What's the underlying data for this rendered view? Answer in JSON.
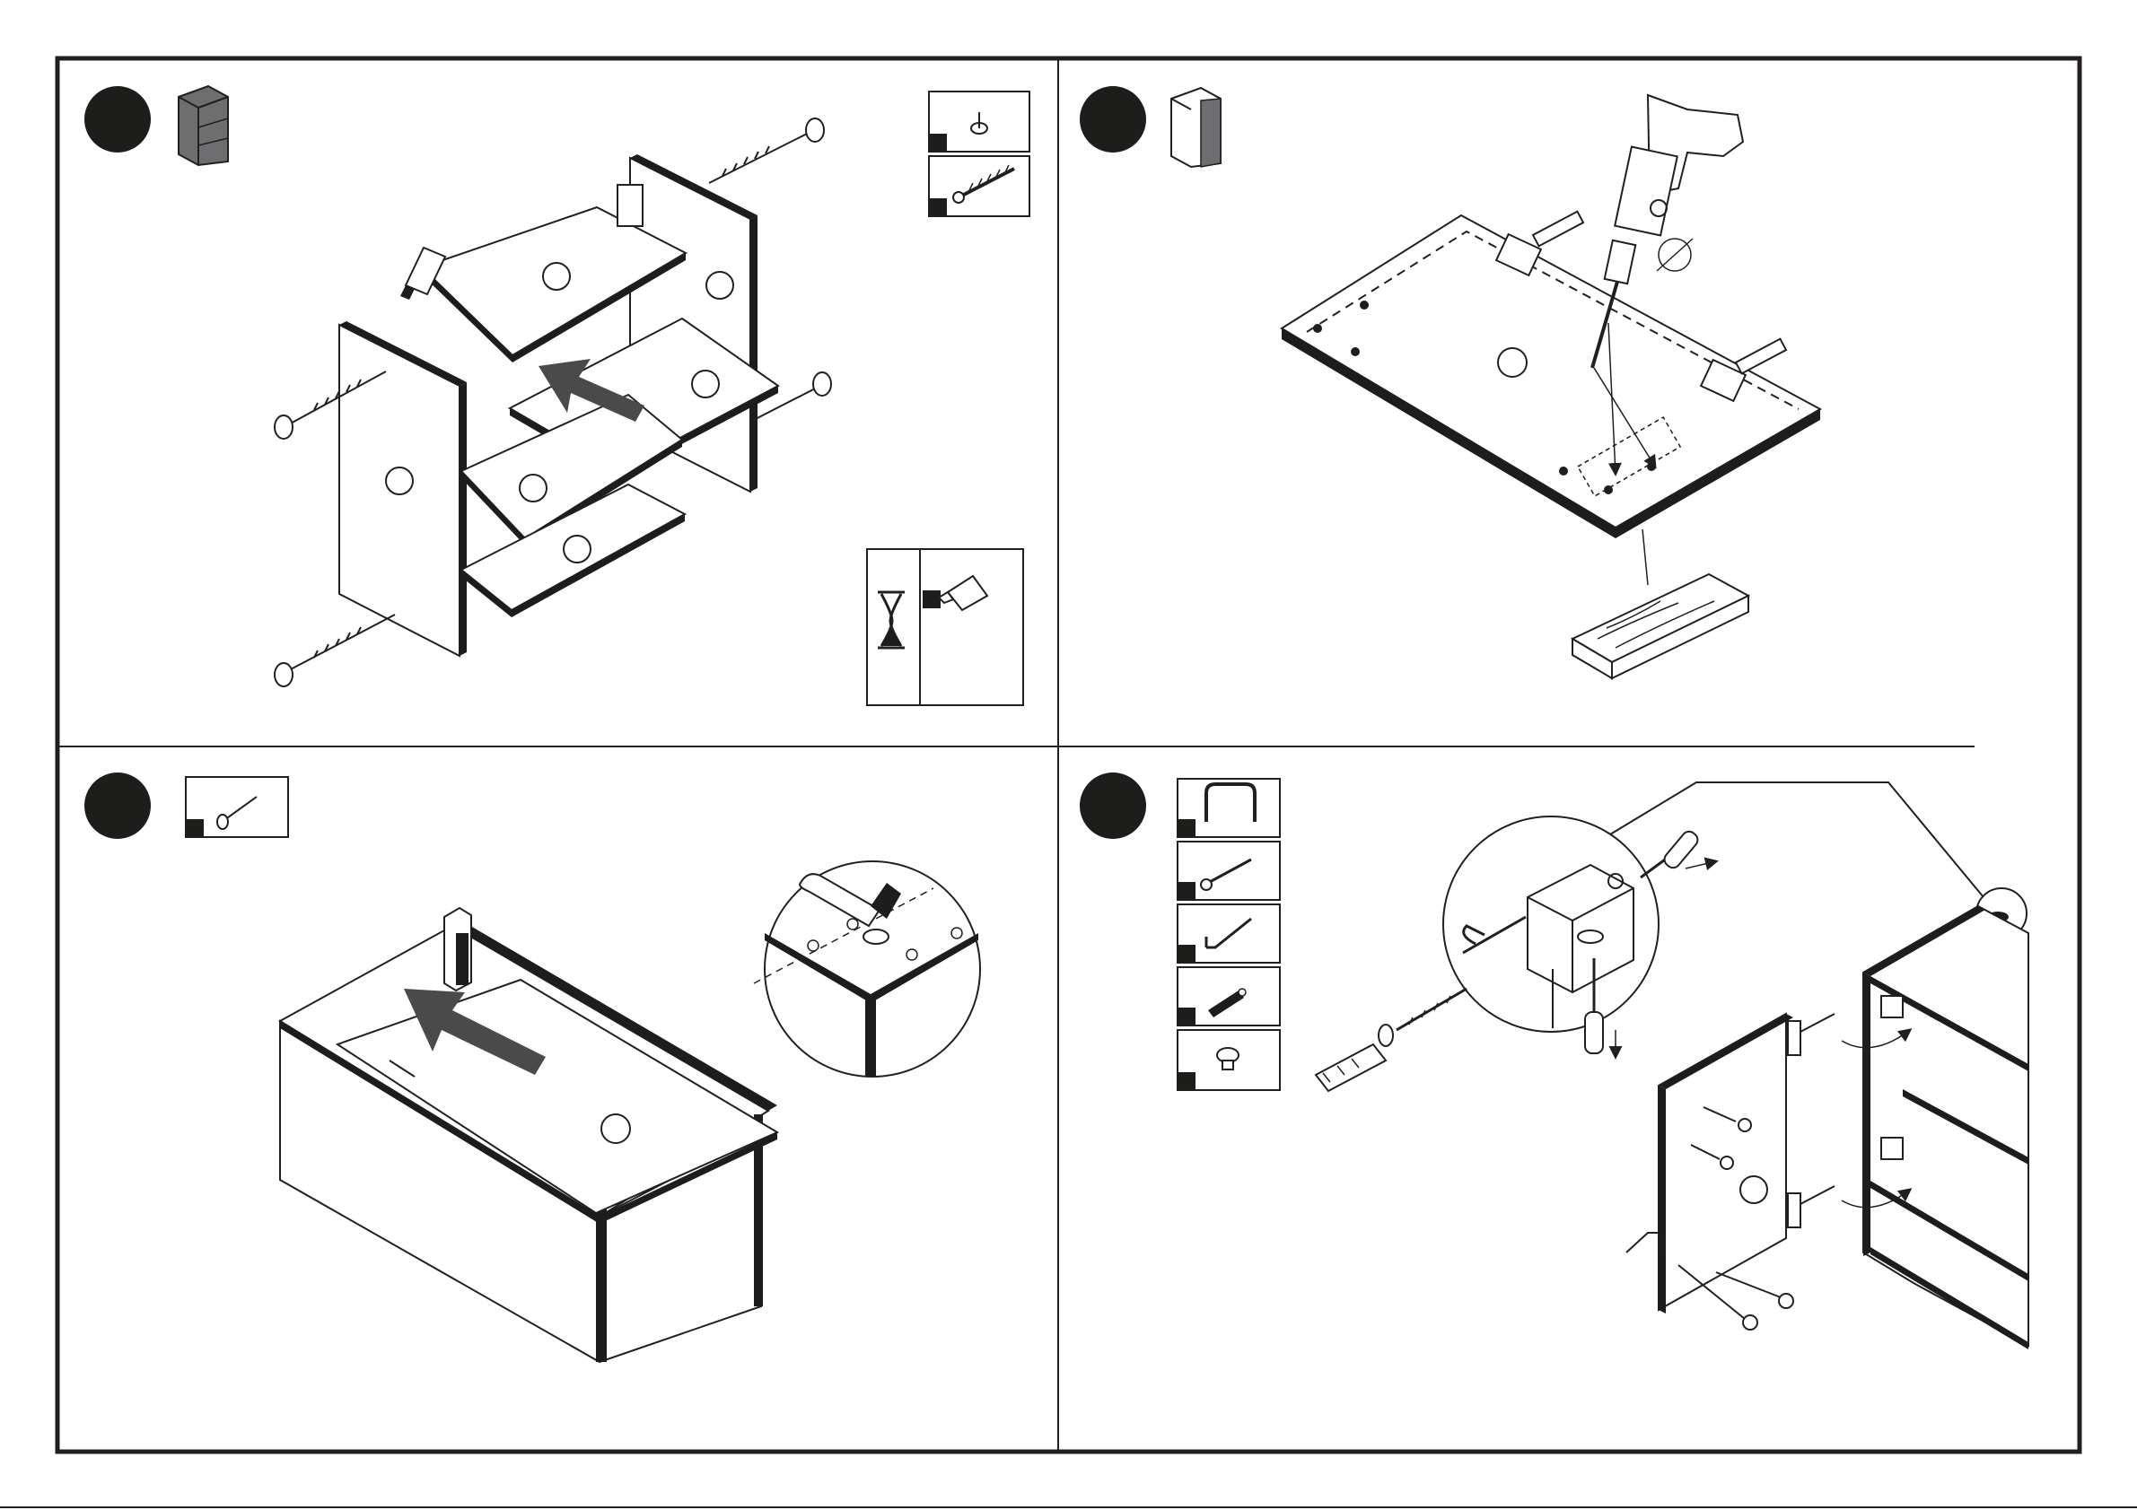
{
  "document": {
    "type": "assembly-instructions",
    "steps": [
      {
        "id": "step-1",
        "product_icon": "cabinet-shelves-icon",
        "hardware": [
          "cam-lock-icon",
          "cam-bolt-screw-icon"
        ],
        "notes": [
          "hourglass-icon",
          "glue-tube-icon"
        ]
      },
      {
        "id": "step-2",
        "product_icon": "cabinet-door-icon",
        "tools": [
          "power-drill-icon",
          "wood-block-icon"
        ]
      },
      {
        "id": "step-3",
        "hardware": [
          "nail-icon"
        ],
        "tools": [
          "hammer-icon"
        ]
      },
      {
        "id": "step-4",
        "hardware": [
          "handle-icon",
          "screw-icon",
          "hook-screw-icon",
          "wall-plug-icon",
          "cap-icon"
        ],
        "tools": [
          "screwdriver-icon"
        ]
      }
    ]
  },
  "colors": {
    "ink": "#231f20",
    "fill": "#1d1d1b",
    "arrow": "#4a4a4a",
    "panel_gray": "#6d6e70",
    "paper": "#ffffff"
  }
}
